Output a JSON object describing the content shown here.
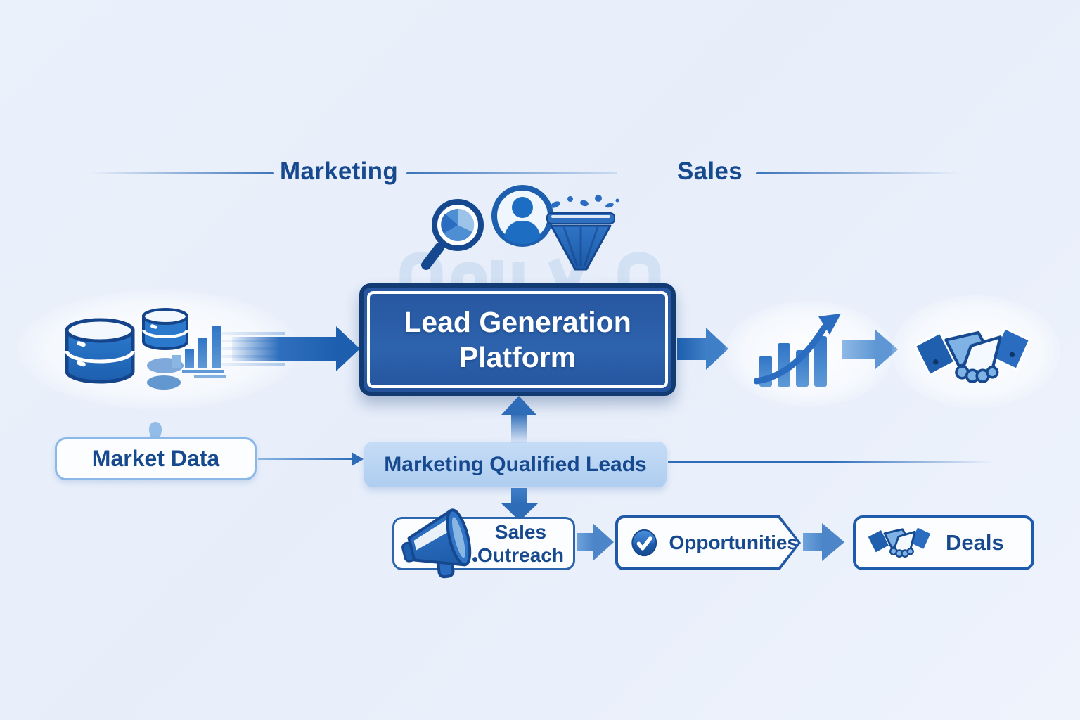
{
  "title": "Lead generation marketing to sales flow diagram",
  "sections": {
    "marketing_label": "Marketing",
    "sales_label": "Sales"
  },
  "platform": {
    "label": "Lead Generation Platform"
  },
  "flow": {
    "market_data": "Market Data",
    "mql": "Marketing Qualified Leads",
    "sales_outreach": "Sales Outreach",
    "opportunities": "Opportunities",
    "deals": "Deals"
  },
  "icons": {
    "left_scene": [
      "database-icon",
      "database-small-icon",
      "coins-icon",
      "bar-chart-icon"
    ],
    "platform_top": [
      "magnifier-pie-icon",
      "user-icon",
      "funnel-icon"
    ],
    "right_scene": [
      "growth-arrow-chart-icon",
      "handshake-icon"
    ],
    "sales_outreach_icon": "megaphone-icon",
    "opportunities_icon": "check-circle-icon",
    "deals_icon": "handshake-icon",
    "market_data_marker": "teardrop-icon"
  },
  "colors": {
    "background": "#e9f0fa",
    "heading_text": "#17498f",
    "platform_fill": "#27569f",
    "platform_border": "#123a73",
    "platform_text": "#ffffff",
    "mql_fill": "#b5d2f2",
    "node_fill": "#fbfdff",
    "node_border": "#2a65ad",
    "arrow_blue": "#2e6cb8",
    "arrow_light": "#6fa3dc",
    "faint_shape": "#cdddf3"
  }
}
